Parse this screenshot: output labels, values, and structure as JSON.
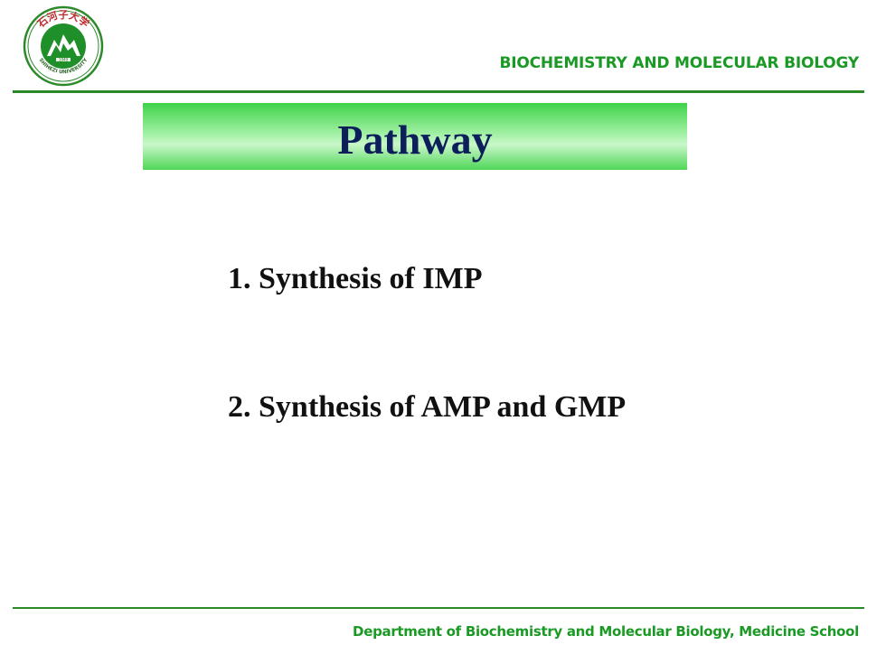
{
  "header": {
    "course_title": "BIOCHEMISTRY  AND MOLECULAR BIOLOGY",
    "logo": {
      "icon": "university-seal-icon",
      "seal_text_cn": "石河子大学",
      "seal_text_en": "SHIHEZI UNIVERSITY",
      "seal_year": "1949"
    }
  },
  "slide": {
    "title": "Pathway",
    "items": [
      "1. Synthesis of IMP",
      "2. Synthesis of AMP and GMP"
    ]
  },
  "footer": {
    "text": "Department of Biochemistry and Molecular Biology, Medicine School"
  },
  "colors": {
    "accent_green": "#1a9a24",
    "rule_green": "#2a8a25",
    "title_navy": "#0d1f5a"
  }
}
